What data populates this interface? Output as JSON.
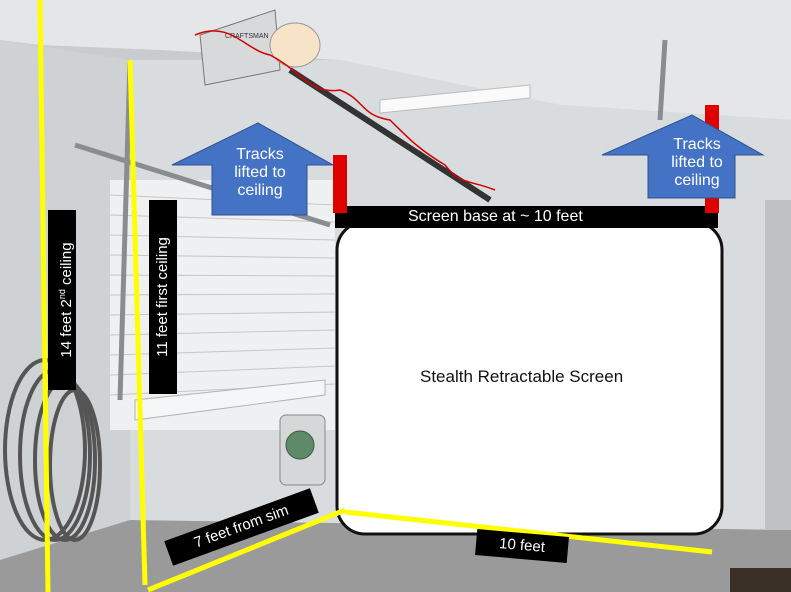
{
  "annotations": {
    "tracks_left": [
      "Tracks",
      "lifted to",
      "ceiling"
    ],
    "tracks_right": [
      "Tracks",
      "lifted to",
      "ceiling"
    ],
    "screen_base": "Screen base at ~ 10 feet",
    "screen_label": "Stealth Retractable Screen",
    "height_14": {
      "prefix": "14 feet 2",
      "sup": "nd",
      "suffix": " ceiling"
    },
    "height_11": "11 feet first ceiling",
    "depth_7": "7 feet from sim",
    "width_10": "10 feet"
  },
  "colors": {
    "guide_line": "#ffff00",
    "arrow_fill": "#4472c4",
    "marker_red": "#e00000",
    "label_bg": "#000000",
    "screen_fill": "#ffffff"
  }
}
